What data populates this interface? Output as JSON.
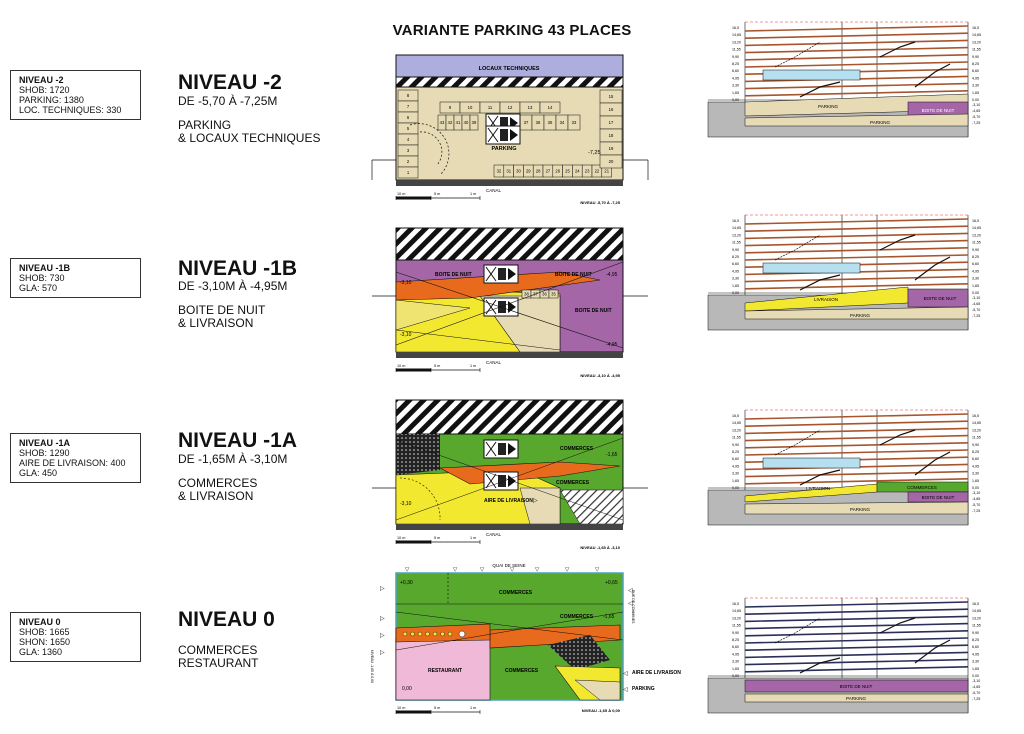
{
  "title": "VARIANTE PARKING 43 PLACES",
  "colors": {
    "parking": "#e6dbb4",
    "technique": "#aeaede",
    "nightclub": "#a566a8",
    "delivery": "#f3e830",
    "retail": "#58a82e",
    "restaurant": "#f0b9d8",
    "circulation": "#e86a1c",
    "section_gray": "#b8b8b8",
    "section_blue": "#b6dff0",
    "section_floor": "#a6552c"
  },
  "levels": [
    {
      "info": {
        "name": "NIVEAU -2",
        "lines": [
          "SHOB: 1720",
          "PARKING: 1380",
          "LOC. TECHNIQUES: 330"
        ]
      },
      "title": "NIVEAU -2",
      "depth": "DE -5,70 À -7,25M",
      "use": [
        "PARKING",
        "& LOCAUX TECHNIQUES"
      ],
      "plan": {
        "labels": {
          "top": "LOCAUX TECHNIQUES",
          "main": "PARKING",
          "canal": "CANAL",
          "level": "NIVEAU -5,70 À -7,25",
          "elev1": "-7,25"
        },
        "spaces_top": [
          "9",
          "10",
          "11",
          "12",
          "13",
          "14"
        ],
        "spaces_mid": [
          "43",
          "42",
          "41",
          "40",
          "39",
          "37",
          "36",
          "35",
          "34",
          "33"
        ],
        "spaces_bottom": [
          "32",
          "31",
          "30",
          "29",
          "28",
          "27",
          "26",
          "25",
          "24",
          "23",
          "22",
          "21"
        ],
        "spaces_left": [
          "8",
          "7",
          "6",
          "5",
          "4",
          "3",
          "2",
          "1"
        ],
        "spaces_right": [
          "15",
          "16",
          "17",
          "18",
          "19",
          "20"
        ]
      },
      "section": {
        "labels": [
          "PARKING",
          "BOITE DE NUIT",
          "PARKING"
        ]
      }
    },
    {
      "info": {
        "name": "NIVEAU -1B",
        "lines": [
          "SHOB: 730",
          "GLA: 570"
        ]
      },
      "title": "NIVEAU -1B",
      "depth": "DE -3,10M À -4,95M",
      "use": [
        "BOITE DE NUIT",
        "& LIVRAISON"
      ],
      "plan": {
        "labels": {
          "a": "BOITE DE NUIT",
          "b": "BOITE DE NUIT",
          "c": "BOITE DE NUIT",
          "canal": "CANAL",
          "level": "NIVEAU -3,10 À -4,95",
          "elev1": "-3,10",
          "elev2": "-3,10",
          "elev3": "-4,95",
          "elev4": "-4,95"
        },
        "spaces": [
          "38",
          "37",
          "36",
          "35"
        ]
      },
      "section": {
        "labels": [
          "LIVRAISON",
          "BOITE DE NUIT",
          "PARKING"
        ]
      }
    },
    {
      "info": {
        "name": "NIVEAU -1A",
        "lines": [
          "SHOB: 1290",
          "AIRE DE LIVRAISON: 400",
          "GLA: 450"
        ]
      },
      "title": "NIVEAU -1A",
      "depth": "DE -1,65M À -3,10M",
      "use": [
        "COMMERCES",
        "& LIVRAISON"
      ],
      "plan": {
        "labels": {
          "a": "COMMERCES",
          "b": "COMMERCES",
          "c": "AIRE DE LIVRAISON",
          "canal": "CANAL",
          "level": "NIVEAU -1,65 À -3,10",
          "elev1": "-1,65",
          "elev2": "-3,10"
        }
      },
      "section": {
        "labels": [
          "LIVRAISON",
          "COMMERCES",
          "BOITE DE NUIT",
          "PARKING"
        ]
      }
    },
    {
      "info": {
        "name": "NIVEAU 0",
        "lines": [
          "SHOB: 1665",
          "SHON: 1650",
          "GLA: 1360"
        ]
      },
      "title": "NIVEAU 0",
      "depth": "",
      "use": [
        "COMMERCES",
        "RESTAURANT"
      ],
      "plan": {
        "labels": {
          "quai": "QUAI DE SEINE",
          "a": "COMMERCES",
          "b": "COMMERCES",
          "c": "RESTAURANT",
          "d": "COMMERCES",
          "e": "AIRE DE LIVRAISON",
          "f": "PARKING",
          "level": "NIVEAU -1,65 À 0,00",
          "elev1": "+0,30",
          "elev2": "+0,65",
          "elev3": "-1,65",
          "elev4": "0,00",
          "rue": "RUE DE COMMINES",
          "side": "NIVEAU -1,65 À 0,00"
        }
      },
      "section": {
        "labels": [
          "BOITE DE NUIT",
          "PARKING"
        ]
      }
    }
  ],
  "scale": [
    "10 m",
    "5 m",
    "1 m"
  ],
  "section_ticks": [
    "16,5",
    "14,65",
    "13,20",
    "11,55",
    "9,90",
    "8,25",
    "6,60",
    "4,95",
    "3,30",
    "1,65",
    "0,00"
  ],
  "section_depth_ticks": [
    "-3,10",
    "-4,65",
    "-5,70",
    "-7,25"
  ]
}
